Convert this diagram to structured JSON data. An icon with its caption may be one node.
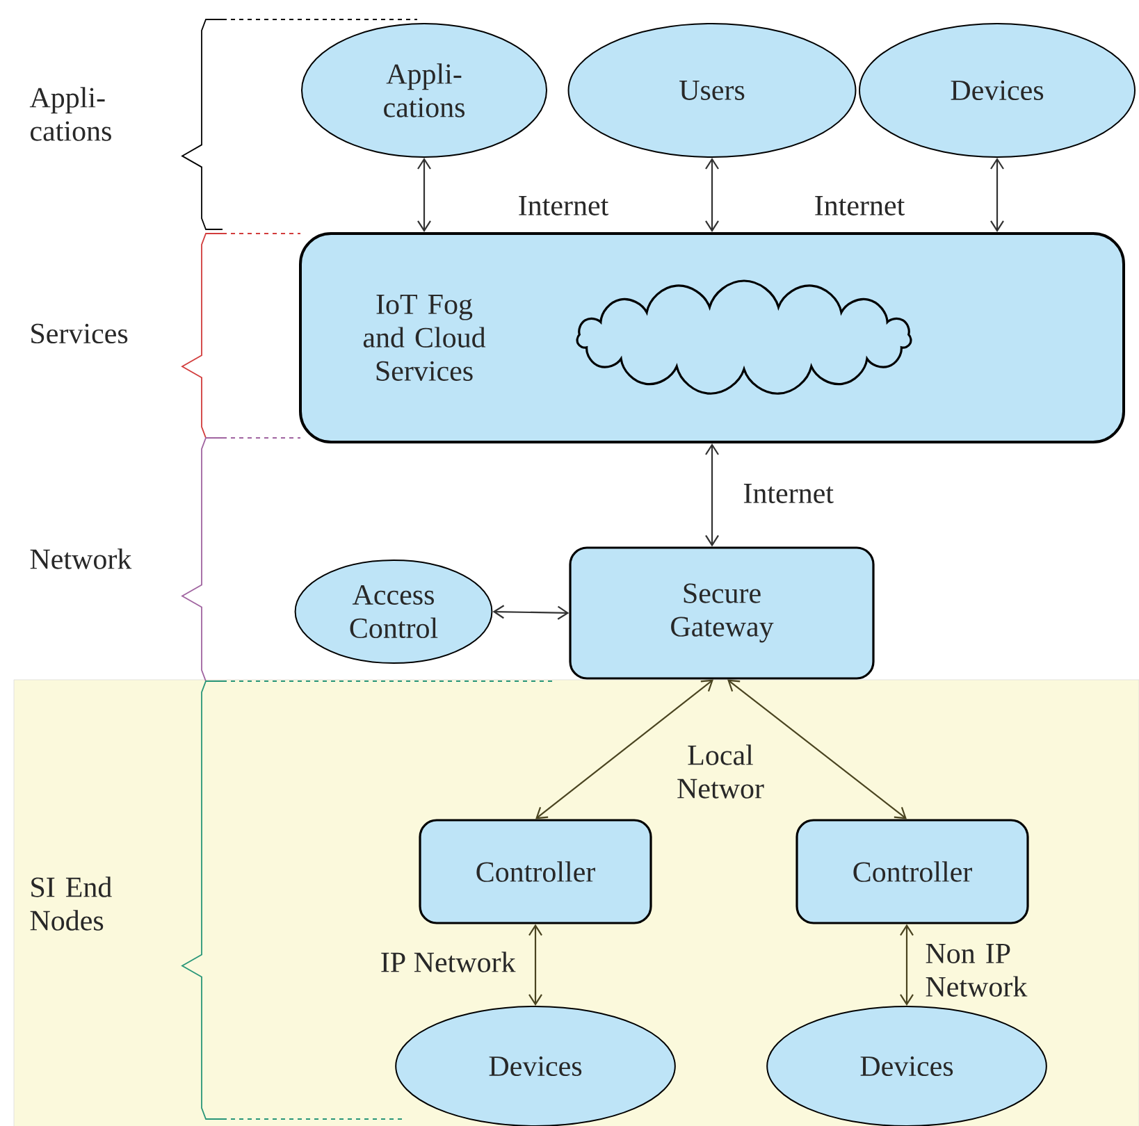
{
  "diagram": {
    "nodes": [
      {
        "text": [
          "Appli- cations"
        ]
      },
      {
        "text": [
          "Users"
        ]
      },
      {
        "text": [
          "Devices"
        ]
      },
      {
        "text": [
          "IoT Fog and Cloud Services"
        ]
      },
      {
        "text": [
          "Access Control"
        ]
      },
      {
        "text": [
          "Secure Gateway"
        ]
      },
      {
        "text": [
          "Controller"
        ]
      },
      {
        "text": [
          "Controller"
        ]
      },
      {
        "text": [
          "Devices"
        ]
      },
      {
        "text": [
          "Devices"
        ]
      }
    ],
    "edges": [
      {
        "from": 0,
        "to": 3,
        "arrow": "both"
      },
      {
        "from": 1,
        "to": 3,
        "arrow": "both"
      },
      {
        "from": 2,
        "to": 3,
        "arrow": "both"
      },
      {
        "from": 3,
        "to": 5,
        "arrow": "both",
        "label": "Internet"
      },
      {
        "from": 4,
        "to": 5,
        "arrow": "both"
      },
      {
        "from": 5,
        "to": 6,
        "arrow": "both",
        "color": "#4a4420"
      },
      {
        "from": 5,
        "to": 7,
        "arrow": "both",
        "color": "#4a4420"
      },
      {
        "from": 6,
        "to": 8,
        "arrow": "both",
        "label": "IP Network",
        "color": "#4a4420"
      },
      {
        "from": 7,
        "to": 9,
        "arrow": "both",
        "label": "Non IP Network",
        "color": "#4a4420"
      }
    ],
    "labels": [
      "Appli- cations",
      "Internet",
      "Internet",
      "Services",
      "Network",
      "Local Networ",
      "SI End Nodes"
    ]
  }
}
